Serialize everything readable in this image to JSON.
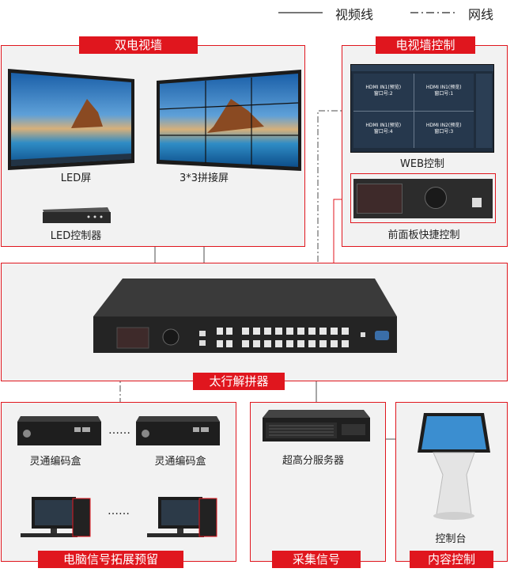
{
  "legend": {
    "video_line": "视频线",
    "network_line": "网线"
  },
  "sections": {
    "dual_tv_wall": "双电视墙",
    "tv_wall_control": "电视墙控制",
    "processor": "太行解拼器",
    "pc_signal": "电脑信号拓展预留",
    "capture": "采集信号",
    "content_control": "内容控制"
  },
  "devices": {
    "led_screen": "LED屏",
    "splice_screen": "3*3拼接屏",
    "led_controller": "LED控制器",
    "web_control": "WEB控制",
    "front_panel": "前面板快捷控制",
    "encoder_1": "灵通编码盒",
    "encoder_2": "灵通编码盒",
    "server": "超高分服务器",
    "console": "控制台"
  },
  "web_ui": {
    "cells": [
      {
        "line1": "HDMI IN1(预览)",
        "line2": "窗口号:2"
      },
      {
        "line1": "HDMI IN1(预览)",
        "line2": "窗口号:1"
      },
      {
        "line1": "HDMI IN1(预览)",
        "line2": "窗口号:4"
      },
      {
        "line1": "HDMI IN2(预览)",
        "line2": "窗口号:3"
      }
    ]
  },
  "ellipsis": {
    "encoders": "……",
    "pcs": "……"
  },
  "colors": {
    "accent": "#e0161e",
    "panel_bg": "#f2f2f2",
    "line": "#8a8a8a"
  }
}
